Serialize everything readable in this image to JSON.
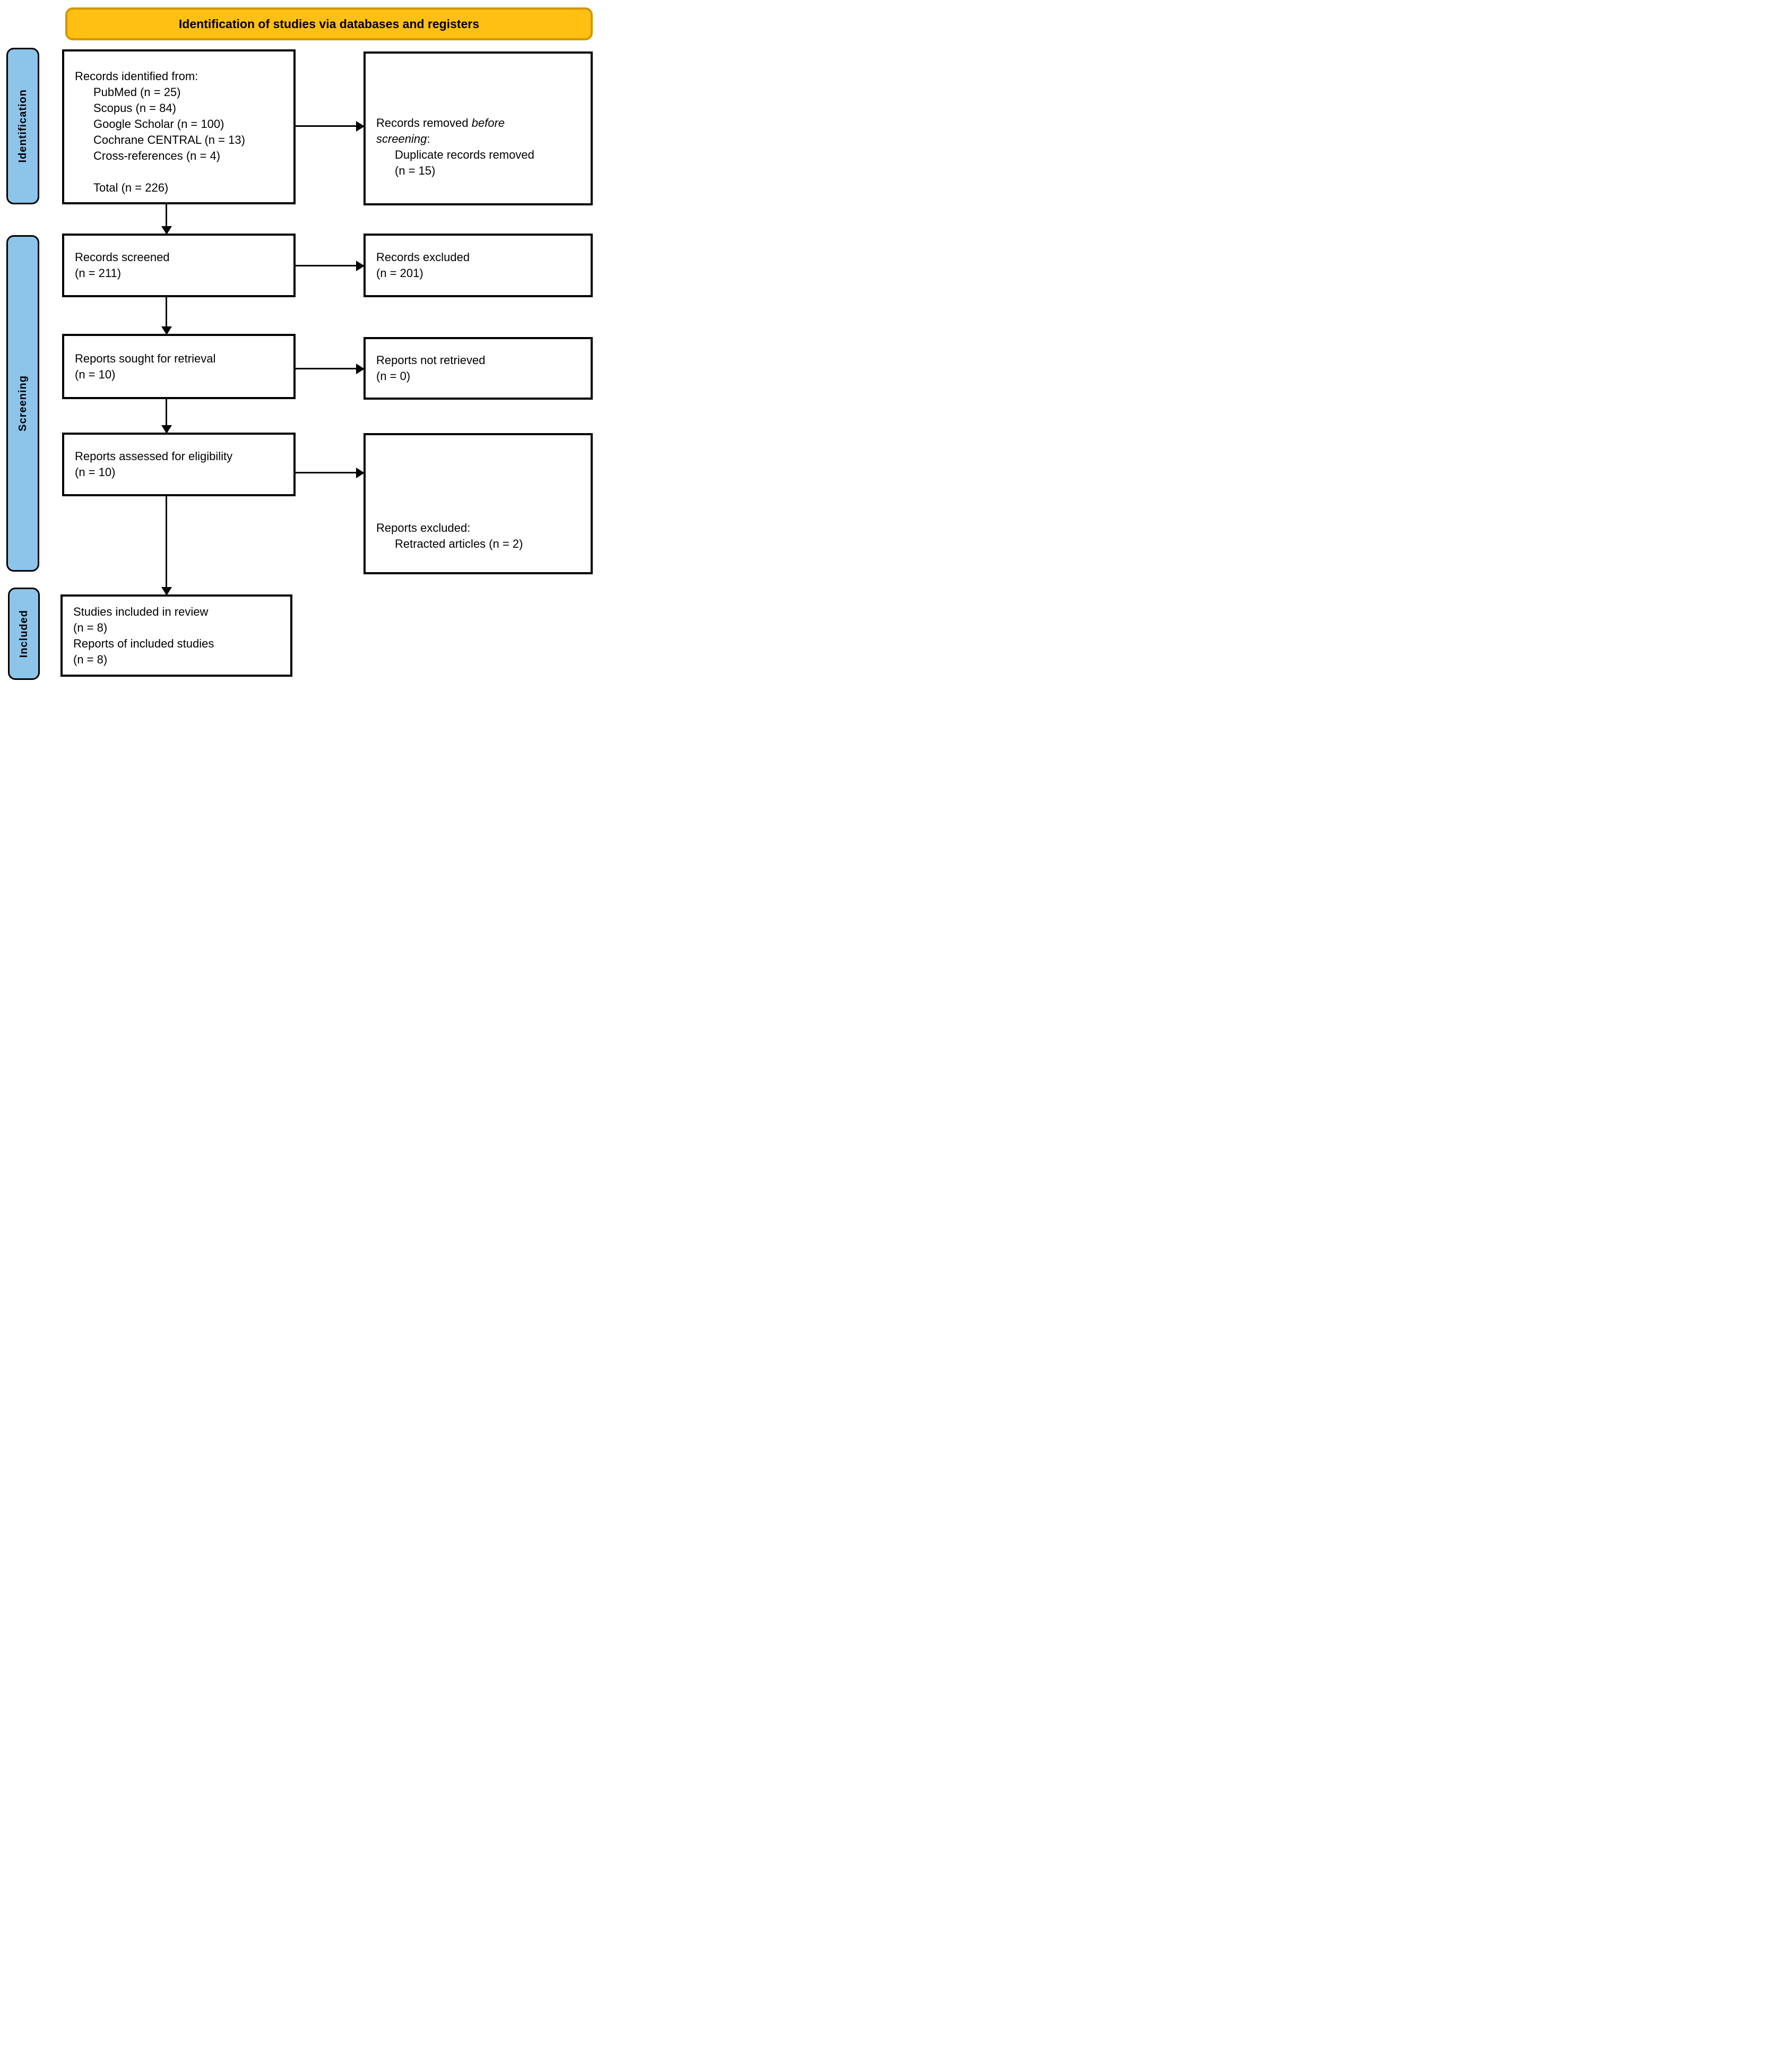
{
  "banner": {
    "label": "Identification of studies via databases and registers"
  },
  "stages": [
    {
      "id": "identification",
      "label": "Identification"
    },
    {
      "id": "screening",
      "label": "Screening"
    },
    {
      "id": "included",
      "label": "Included"
    }
  ],
  "colors": {
    "banner_fill": "#FFC011",
    "banner_border": "#D39600",
    "stage_fill": "#8DC4EA",
    "line": "#000000"
  },
  "boxes": {
    "records_identified": {
      "lines": [
        {
          "text": "Records identified from:",
          "indent": 0
        },
        {
          "text": "PubMed (n = 25)",
          "indent": 1
        },
        {
          "text": "Scopus (n = 84)",
          "indent": 1
        },
        {
          "text": "Google Scholar (n = 100)",
          "indent": 1
        },
        {
          "text": "Cochrane CENTRAL (n = 13)",
          "indent": 1
        },
        {
          "text": "Cross-references (n = 4)",
          "indent": 1
        },
        {
          "text": "",
          "indent": 0
        },
        {
          "text": "Total (n = 226)",
          "indent": 1
        }
      ]
    },
    "records_removed": {
      "lines": [
        {
          "text": "Records removed *before*",
          "indent": 0
        },
        {
          "text": "*screening*:",
          "indent": 0
        },
        {
          "text": "Duplicate records removed",
          "indent": 1
        },
        {
          "text": "(n = 15)",
          "indent": 1
        }
      ]
    },
    "records_screened": {
      "lines": [
        {
          "text": "Records screened",
          "indent": 0
        },
        {
          "text": "(n = 211)",
          "indent": 0
        }
      ]
    },
    "records_excluded": {
      "lines": [
        {
          "text": "Records excluded",
          "indent": 0
        },
        {
          "text": "(n = 201)",
          "indent": 0
        }
      ]
    },
    "reports_sought": {
      "lines": [
        {
          "text": "Reports sought for retrieval",
          "indent": 0
        },
        {
          "text": "(n = 10)",
          "indent": 0
        }
      ]
    },
    "reports_not_retrieved": {
      "lines": [
        {
          "text": "Reports not retrieved",
          "indent": 0
        },
        {
          "text": "(n = 0)",
          "indent": 0
        }
      ]
    },
    "reports_assessed": {
      "lines": [
        {
          "text": "Reports assessed for eligibility",
          "indent": 0
        },
        {
          "text": "(n = 10)",
          "indent": 0
        }
      ]
    },
    "reports_excluded": {
      "lines": [
        {
          "text": "Reports excluded:",
          "indent": 0
        },
        {
          "text": "Retracted articles (n = 2)",
          "indent": 1
        }
      ]
    },
    "studies_included": {
      "lines": [
        {
          "text": "Studies included in review",
          "indent": 0
        },
        {
          "text": "(n = 8)",
          "indent": 0
        },
        {
          "text": "Reports of included studies",
          "indent": 0
        },
        {
          "text": "(n = 8)",
          "indent": 0
        }
      ]
    }
  }
}
